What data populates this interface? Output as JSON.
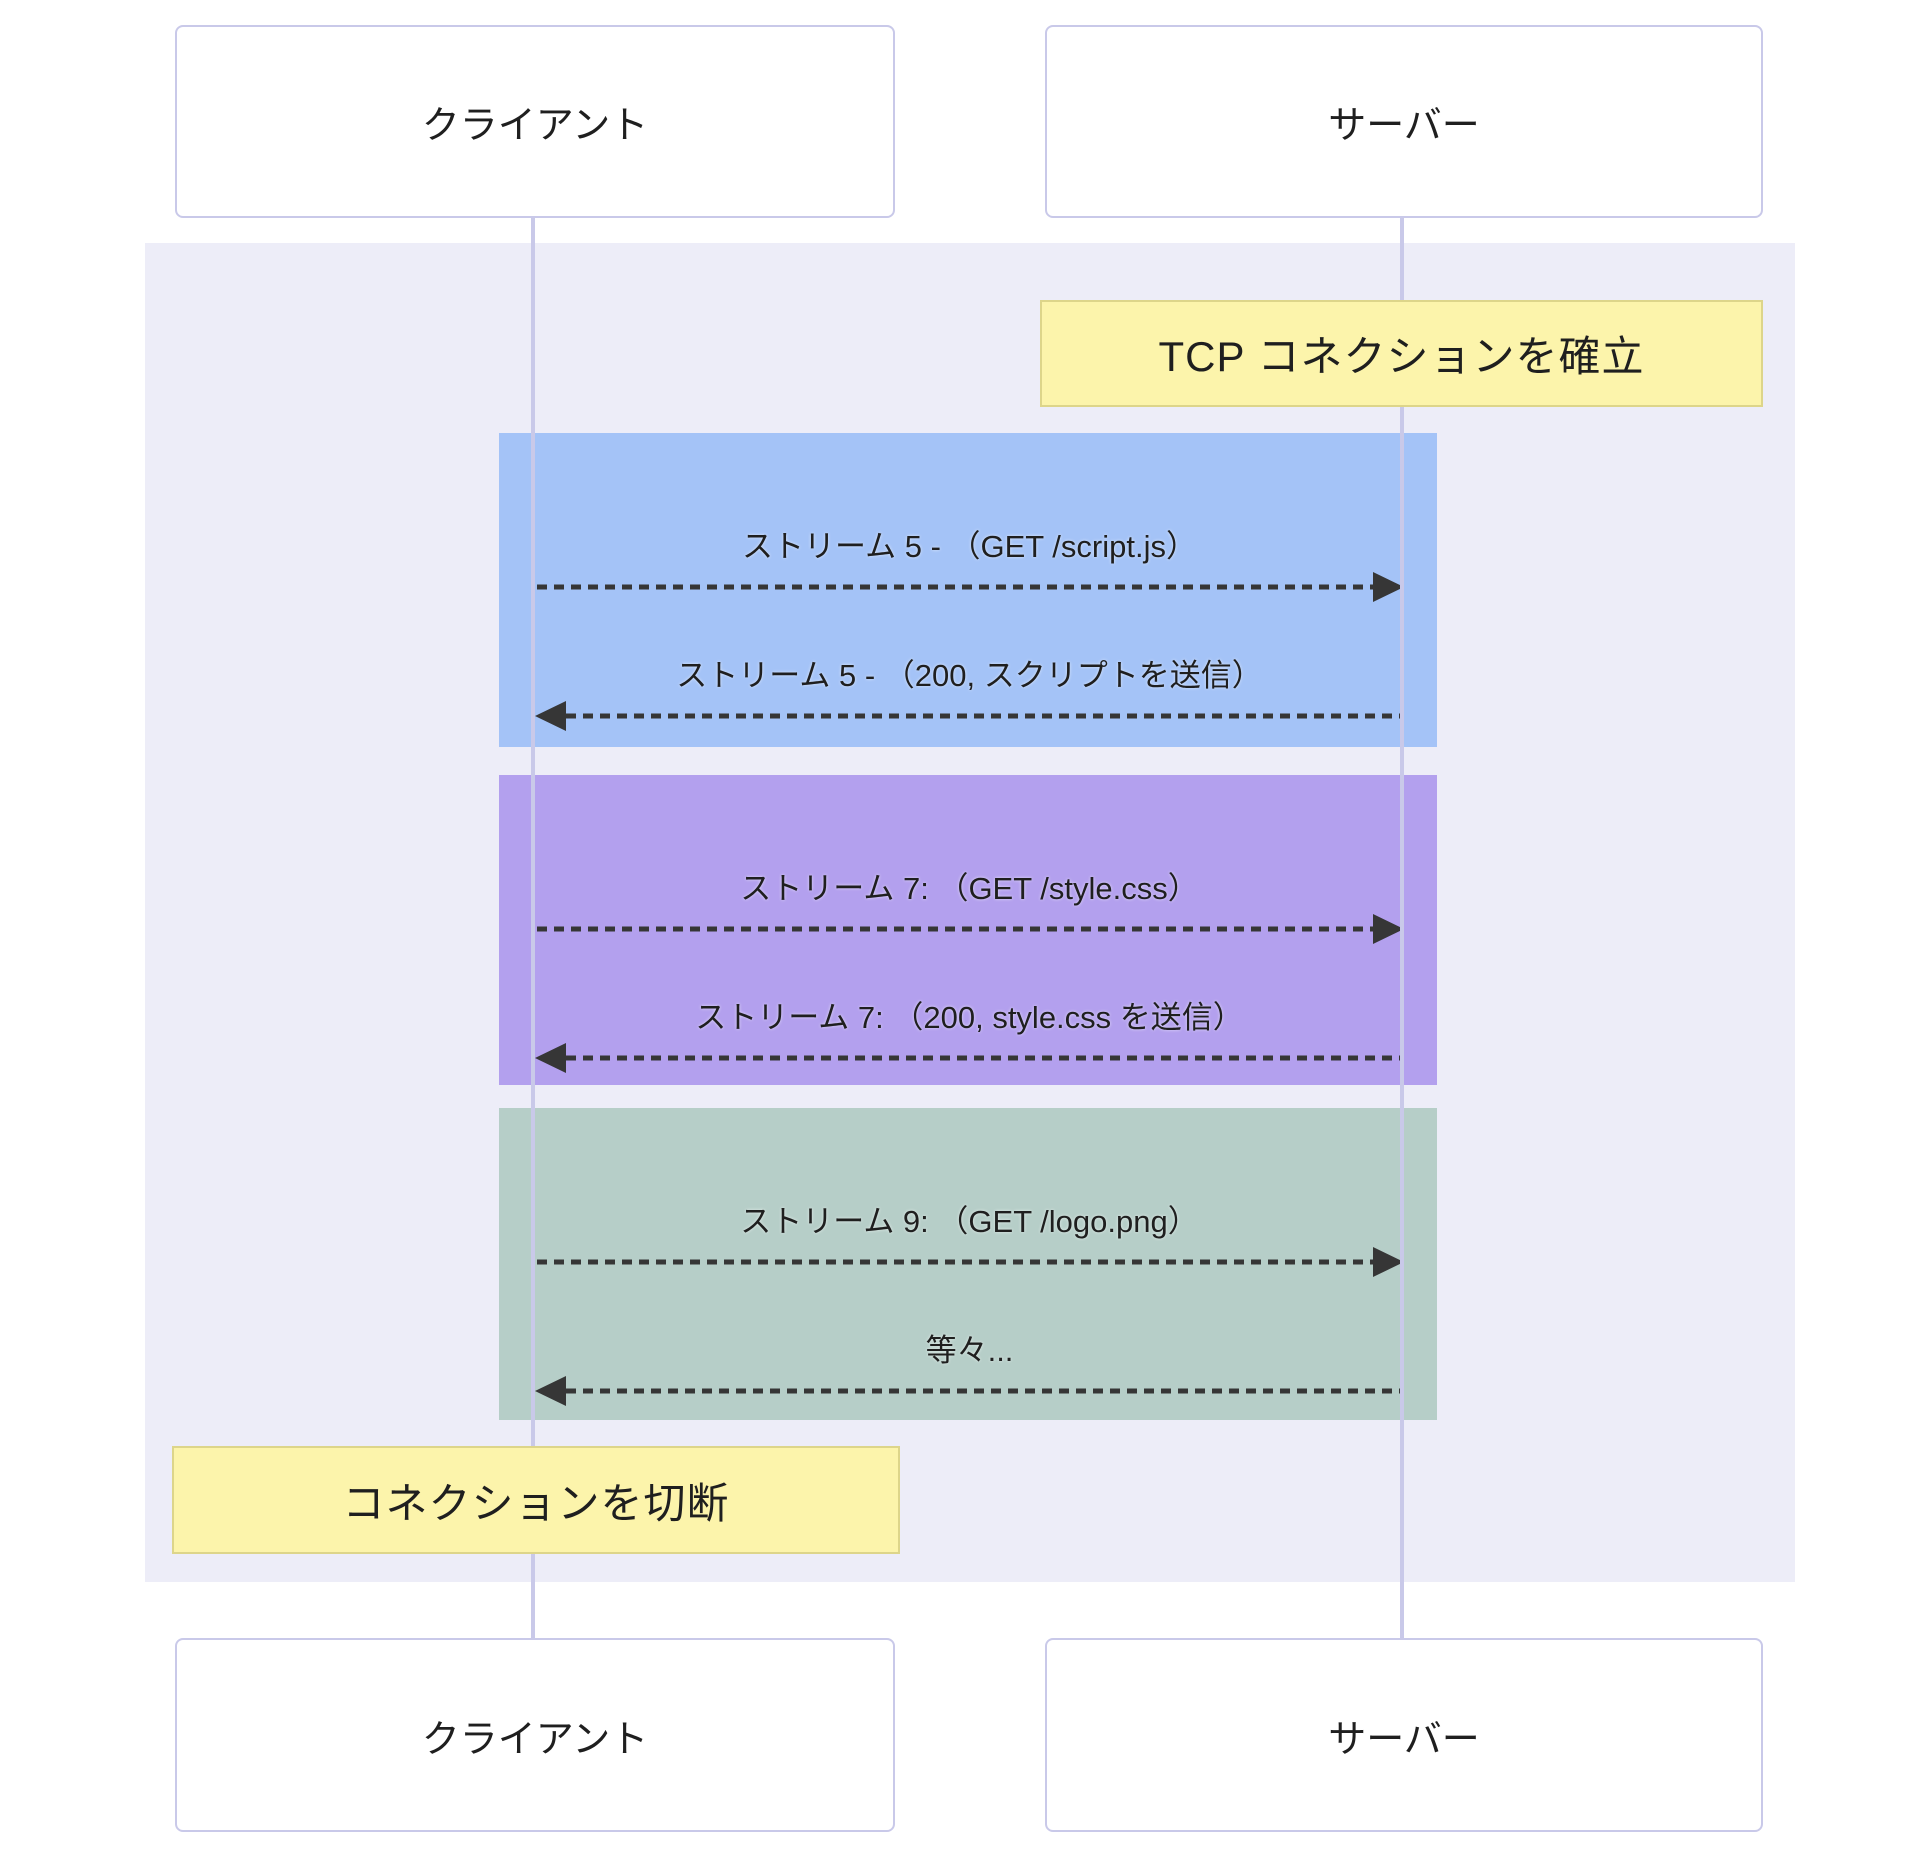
{
  "actors": {
    "client": "クライアント",
    "server": "サーバー"
  },
  "notes": [
    {
      "label": "TCP コネクションを確立"
    },
    {
      "label": "コネクションを切断"
    }
  ],
  "groups": [
    {
      "color": "#a4c3f7",
      "messages": [
        {
          "label": "ストリーム 5 - （GET /script.js）",
          "direction": "right"
        },
        {
          "label": "ストリーム 5 - （200, スクリプトを送信）",
          "direction": "left"
        }
      ]
    },
    {
      "color": "#b3a0ee",
      "messages": [
        {
          "label": "ストリーム 7: （GET /style.css）",
          "direction": "right"
        },
        {
          "label": "ストリーム 7: （200, style.css を送信）",
          "direction": "left"
        }
      ]
    },
    {
      "color": "#b6cec8",
      "messages": [
        {
          "label": "ストリーム 9: （GET /logo.png）",
          "direction": "right"
        },
        {
          "label": "等々...",
          "direction": "left"
        }
      ]
    }
  ],
  "colors": {
    "overlay_background": "#ededf8",
    "note_fill": "#fcf4ab",
    "note_border": "#ddd58a",
    "actor_border": "#c9c9e9",
    "lifeline": "#c9c9e9",
    "arrow": "#363636",
    "text": "#1f1f1f"
  }
}
